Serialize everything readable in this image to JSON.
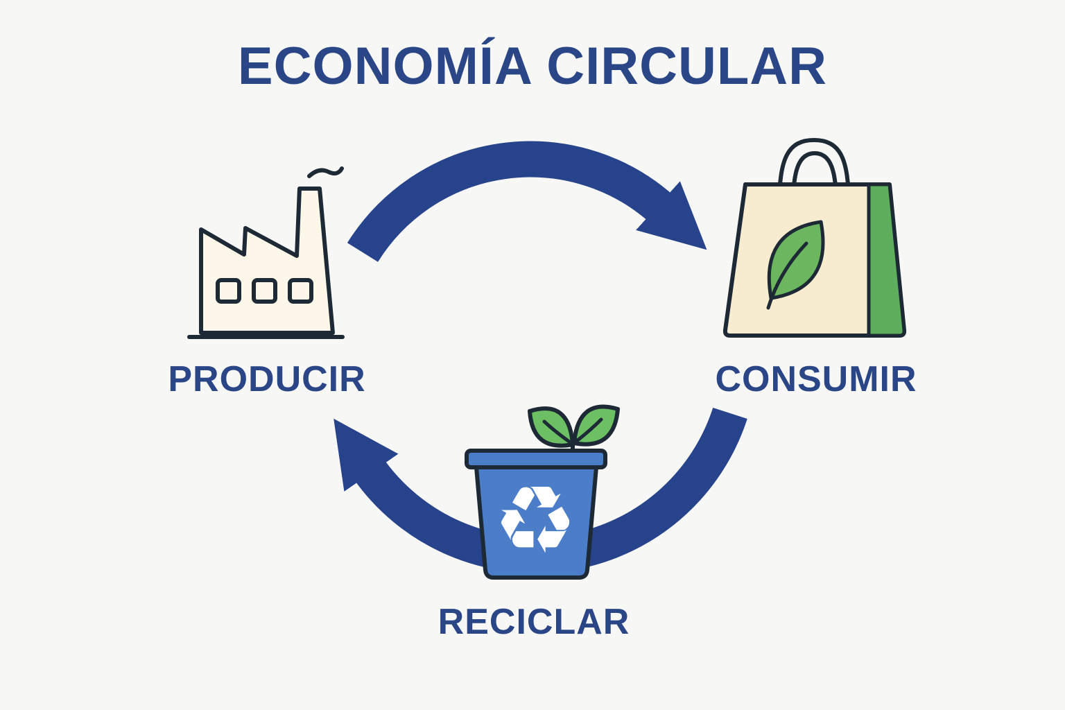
{
  "title": "ECONOMÍA CIRCULAR",
  "stages": [
    {
      "id": "producir",
      "label": "PRODUCIR",
      "icon": "factory-icon"
    },
    {
      "id": "consumir",
      "label": "CONSUMIR",
      "icon": "shopping-bag-icon"
    },
    {
      "id": "reciclar",
      "label": "RECICLAR",
      "icon": "recycle-bin-icon"
    }
  ],
  "recycle_symbol": "♻",
  "colors": {
    "background": "#f7f7f5",
    "text_navy": "#2a4687",
    "arrow_navy": "#26438b",
    "outline_dark": "#1d2935",
    "factory_cream": "#fcf7e9",
    "bag_cream": "#f8ecd0",
    "bag_side_green": "#5fae5d",
    "leaf_green": "#6bb65f",
    "sprout_green": "#6cc063",
    "bin_blue": "#4b7dc8",
    "recycle_white": "#ffffff"
  }
}
